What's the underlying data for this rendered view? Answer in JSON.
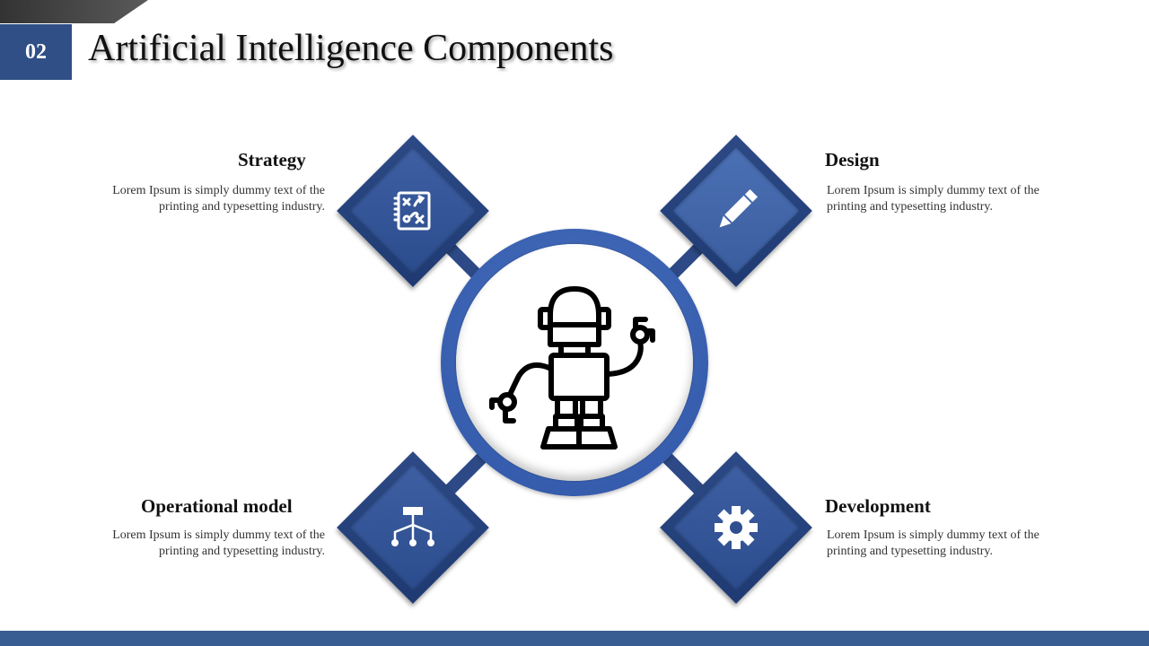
{
  "slide": {
    "number": "02",
    "title": "Artificial Intelligence Components"
  },
  "components": {
    "strategy": {
      "heading": "Strategy",
      "desc": "Lorem Ipsum is simply dummy text of the printing and typesetting industry.",
      "icon": "strategy-board-icon"
    },
    "design": {
      "heading": "Design",
      "desc": "Lorem Ipsum is simply dummy text of the printing and typesetting industry.",
      "icon": "pencil-icon"
    },
    "operational": {
      "heading": "Operational model",
      "desc": "Lorem Ipsum is simply dummy text of the printing and typesetting industry.",
      "icon": "hierarchy-icon"
    },
    "development": {
      "heading": "Development",
      "desc": "Lorem Ipsum is simply dummy text of the printing and typesetting industry.",
      "icon": "gear-icon"
    }
  },
  "center": {
    "icon": "robot-icon"
  },
  "colors": {
    "accent": "#2f4f86",
    "diamond": "#2d4a86",
    "ring": "#3a62b4",
    "bottom_bar": "#385d92"
  }
}
